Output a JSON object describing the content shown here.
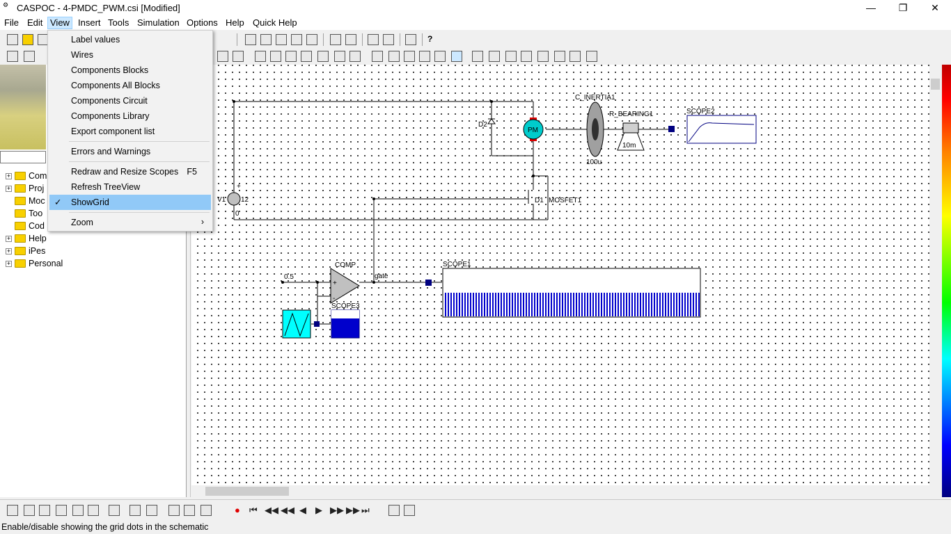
{
  "window": {
    "title": "CASPOC - 4-PMDC_PWM.csi [Modified]",
    "app_icon": "caspoc-icon",
    "minimize": "—",
    "maximize": "❐",
    "close": "✕"
  },
  "menu": {
    "file": "File",
    "edit": "Edit",
    "view": "View",
    "insert": "Insert",
    "tools": "Tools",
    "simulation": "Simulation",
    "options": "Options",
    "help": "Help",
    "quick_help": "Quick Help"
  },
  "view_menu": {
    "items": [
      {
        "label": "Label values"
      },
      {
        "label": "Wires"
      },
      {
        "label": "Components Blocks"
      },
      {
        "label": "Components All Blocks"
      },
      {
        "label": "Components Circuit"
      },
      {
        "label": "Components Library"
      },
      {
        "label": "Export component list"
      },
      {
        "label": "Errors and Warnings"
      },
      {
        "label": "Redraw and Resize Scopes",
        "shortcut": "F5"
      },
      {
        "label": "Refresh TreeView"
      },
      {
        "label": "ShowGrid",
        "checked": "✓"
      },
      {
        "label": "Zoom",
        "submenu": "›"
      }
    ]
  },
  "tree": {
    "items": [
      {
        "expander": "+",
        "label": "Com"
      },
      {
        "expander": "+",
        "label": "Proj"
      },
      {
        "expander": "",
        "label": "Moc"
      },
      {
        "expander": "",
        "label": "Too"
      },
      {
        "expander": "",
        "label": "Cod"
      },
      {
        "expander": "+",
        "label": "Help"
      },
      {
        "expander": "+",
        "label": "iPes"
      },
      {
        "expander": "+",
        "label": "Personal"
      }
    ]
  },
  "schematic": {
    "labels": {
      "v1": "V1",
      "v1_value": "12",
      "v1_plus": "+",
      "v1_zero": "0",
      "d2": "D2",
      "pm": "PM",
      "c_inertia": "C_INERTIA1",
      "c_inertia_value": "100u",
      "r_bearing": "R_BEARING1",
      "r_bearing_value": "10m",
      "scope2": "SCOPE2",
      "d1": "D1",
      "mosfet": "MOSFET1",
      "comp": "COMP",
      "comp_plus": "+",
      "comp_minus": "-",
      "gate": "gate",
      "const": "0.5",
      "scope1": "SCOPE1",
      "scope3": "SCOPE3"
    }
  },
  "bottom_toolbar": {
    "record": "●",
    "first": "⏮",
    "rewind": "◀◀",
    "back": "◀◀",
    "step_back": "◀",
    "play": "▶",
    "fast": "▶▶",
    "forward": "▶▶",
    "last": "⏭"
  },
  "status": {
    "text": "Enable/disable showing the grid dots in the schematic"
  },
  "colors": {
    "menu_highlight": "#91c9f7",
    "active_menu": "#cce8ff",
    "scope_blue": "#0000cc",
    "motor": "#00cccc"
  }
}
